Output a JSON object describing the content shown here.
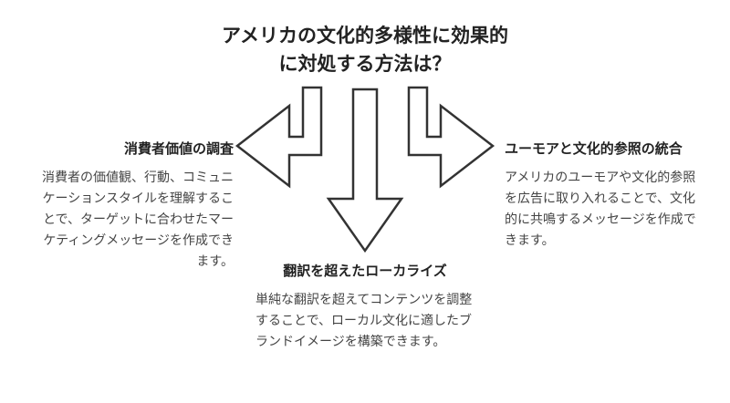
{
  "title": "アメリカの文化的多様性に効果的に対処する方法は？",
  "branches": {
    "left": {
      "heading": "消費者価値の調査",
      "description": "消費者の価値観、行動、コミュニケーションスタイルを理解することで、ターゲットに合わせたマーケティングメッセージを作成できます。"
    },
    "bottom": {
      "heading": "翻訳を超えたローカライズ",
      "description": "単純な翻訳を超えてコンテンツを調整することで、ローカル文化に適したブランドイメージを構築できます。"
    },
    "right": {
      "heading": "ユーモアと文化的参照の統合",
      "description": "アメリカのユーモアや文化的参照を広告に取り入れることで、文化的に共鳴するメッセージを作成できます。"
    }
  },
  "colors": {
    "arrow_stroke": "#333333",
    "arrow_fill": "#ffffff"
  }
}
